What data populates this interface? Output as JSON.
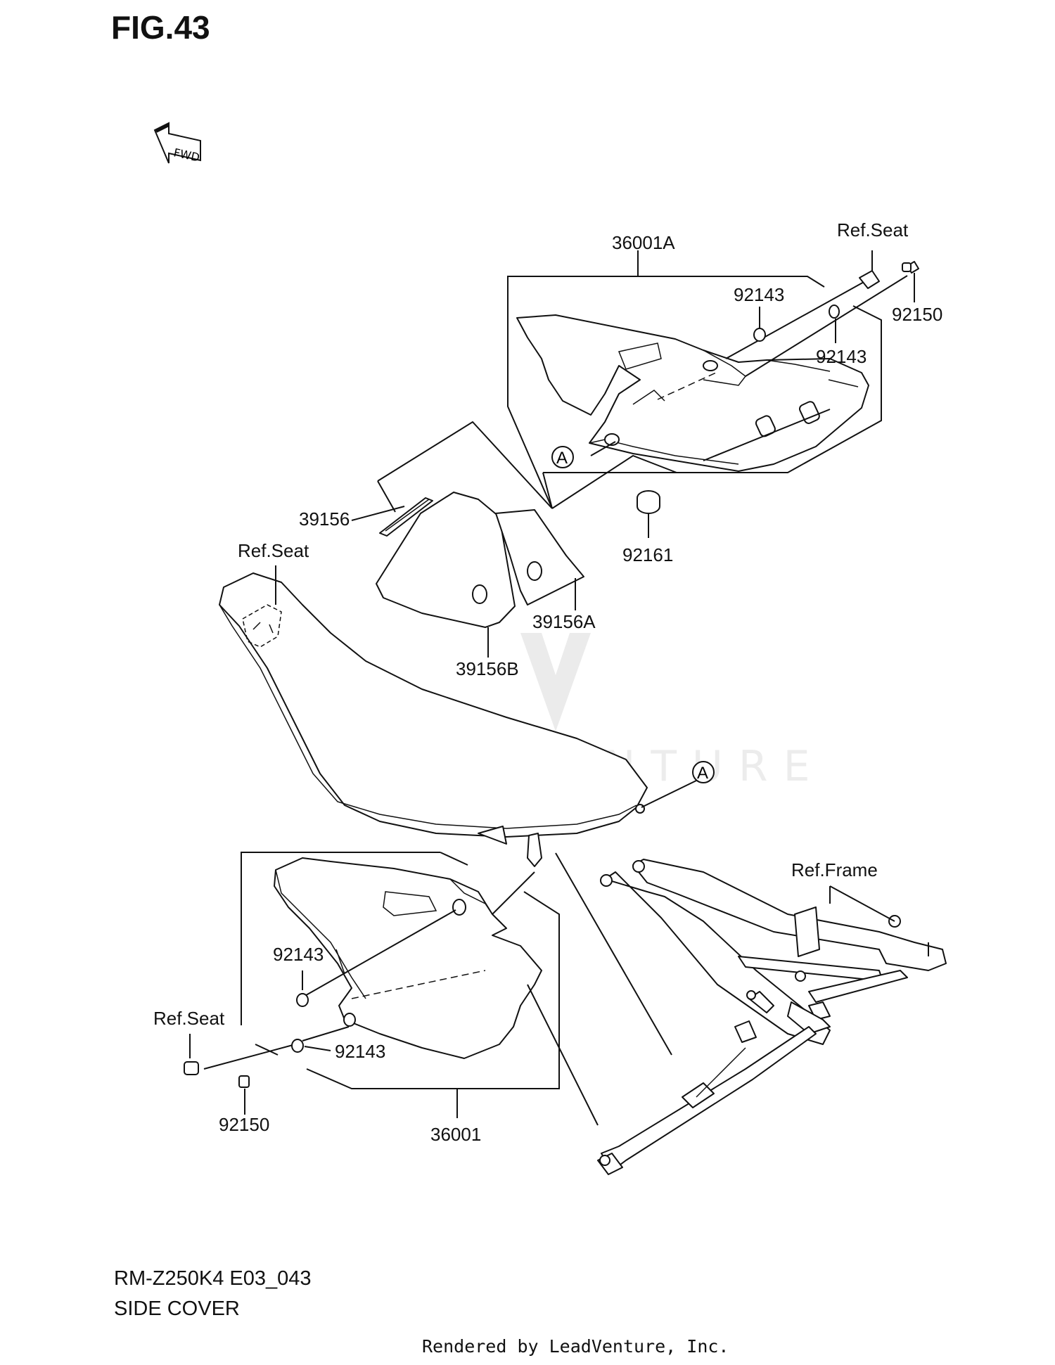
{
  "figure": {
    "title": "FIG.43",
    "fwd_label": "FWD",
    "model_code": "RM-Z250K4 E03_043",
    "section_name": "SIDE COVER",
    "rendered_by": "Rendered by LeadVenture, Inc.",
    "watermark": "LEADVENTURE"
  },
  "callouts": {
    "cover_right_assy": "36001A",
    "cover_left_assy": "36001",
    "ref_seat_top": "Ref.Seat",
    "ref_seat_mid": "Ref.Seat",
    "ref_seat_left": "Ref.Seat",
    "ref_frame": "Ref.Frame",
    "washer_top_a": "92143",
    "washer_top_b": "92143",
    "washer_left_a": "92143",
    "washer_left_b": "92143",
    "bolt_top": "92150",
    "bolt_left": "92150",
    "cushion": "92161",
    "emblem": "39156",
    "emblem_a": "39156A",
    "emblem_b": "39156B",
    "ref_mark_a1": "A",
    "ref_mark_a2": "A"
  },
  "colors": {
    "line": "#111111",
    "background": "#ffffff"
  }
}
